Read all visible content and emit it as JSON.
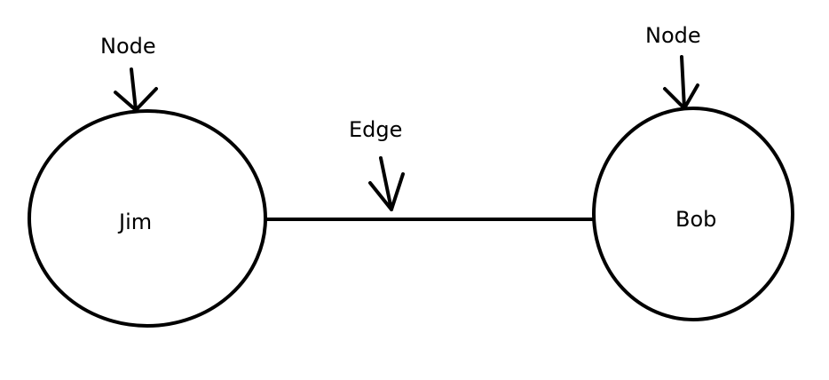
{
  "diagram": {
    "nodes": [
      {
        "id": "jim",
        "label": "Jim"
      },
      {
        "id": "bob",
        "label": "Bob"
      }
    ],
    "edges": [
      {
        "from": "jim",
        "to": "bob"
      }
    ],
    "annotations": [
      {
        "text": "Node",
        "target": "jim"
      },
      {
        "text": "Edge",
        "target": "edge"
      },
      {
        "text": "Node",
        "target": "bob"
      }
    ],
    "colors": {
      "stroke": "#000000",
      "background": "#ffffff"
    }
  }
}
